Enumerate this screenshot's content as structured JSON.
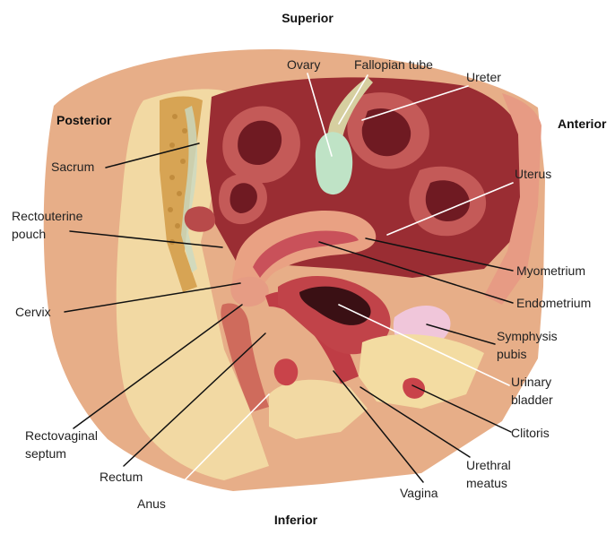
{
  "orientation": {
    "superior": "Superior",
    "inferior": "Inferior",
    "posterior": "Posterior",
    "anterior": "Anterior"
  },
  "labels": {
    "ovary": "Ovary",
    "fallopian_tube": "Fallopian tube",
    "ureter": "Ureter",
    "uterus": "Uterus",
    "sacrum": "Sacrum",
    "rectouterine_pouch": [
      "Rectouterine",
      "pouch"
    ],
    "myometrium": "Myometrium",
    "endometrium": "Endometrium",
    "cervix": "Cervix",
    "symphysis_pubis": [
      "Symphysis",
      "pubis"
    ],
    "urinary_bladder": [
      "Urinary",
      "bladder"
    ],
    "clitoris": "Clitoris",
    "rectovaginal_septum": [
      "Rectovaginal",
      "septum"
    ],
    "rectum": "Rectum",
    "urethral_meatus": [
      "Urethral",
      "meatus"
    ],
    "vagina": "Vagina",
    "anus": "Anus"
  },
  "colors": {
    "leader_dark": "#111111",
    "leader_light": "#ffffff",
    "skin": "#e9b48e",
    "fat": "#f1d59a",
    "muscle": "#c9434a",
    "uterus_wall": "#e8967c",
    "cavity": "#7a1e26",
    "bone": "#d9a653",
    "bladder": "#f0c3d6"
  }
}
